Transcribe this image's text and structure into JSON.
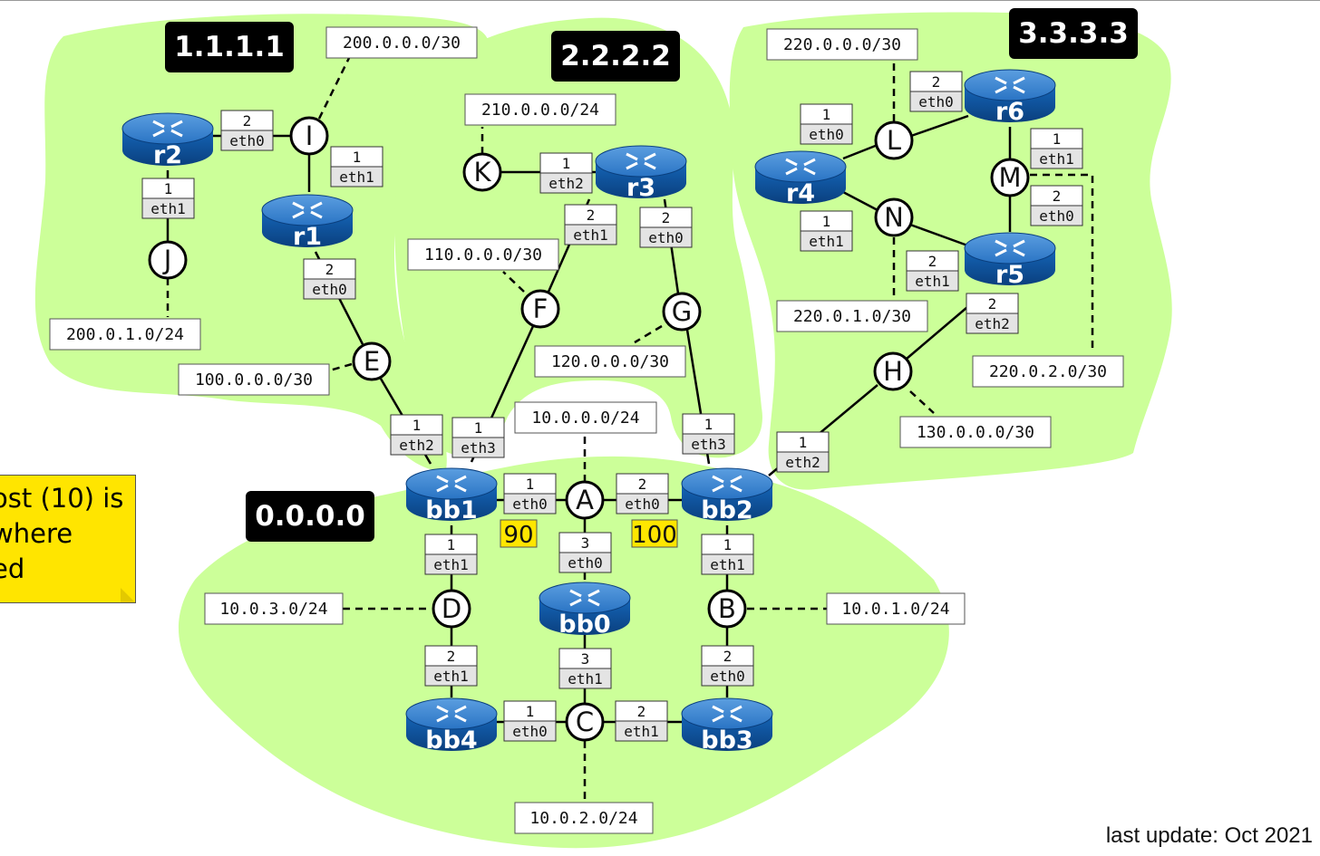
{
  "area_labels": {
    "area1": "1.1.1.1",
    "area2": "2.2.2.2",
    "area3": "3.3.3.3",
    "area0": "0.0.0.0"
  },
  "routers": {
    "r1": "r1",
    "r2": "r2",
    "r3": "r3",
    "r4": "r4",
    "r5": "r5",
    "r6": "r6",
    "bb0": "bb0",
    "bb1": "bb1",
    "bb2": "bb2",
    "bb3": "bb3",
    "bb4": "bb4"
  },
  "nodes": {
    "A": "A",
    "B": "B",
    "C": "C",
    "D": "D",
    "E": "E",
    "F": "F",
    "G": "G",
    "H": "H",
    "I": "I",
    "J": "J",
    "K": "K",
    "L": "L",
    "M": "M",
    "N": "N"
  },
  "subnets": {
    "s200_0_0_0": "200.0.0.0/30",
    "s200_0_1_0": "200.0.1.0/24",
    "s100_0_0_0": "100.0.0.0/30",
    "s210_0_0_0": "210.0.0.0/24",
    "s110_0_0_0": "110.0.0.0/30",
    "s120_0_0_0": "120.0.0.0/30",
    "s10_0_0_0": "10.0.0.0/24",
    "s220_0_0_0": "220.0.0.0/30",
    "s220_0_1_0": "220.0.1.0/30",
    "s220_0_2_0": "220.0.2.0/30",
    "s130_0_0_0": "130.0.0.0/30",
    "s10_0_3_0": "10.0.3.0/24",
    "s10_0_1_0": "10.0.1.0/24",
    "s10_0_2_0": "10.0.2.0/24"
  },
  "ports": {
    "r2_I": {
      "num": "2",
      "ifname": "eth0"
    },
    "r2_J": {
      "num": "1",
      "ifname": "eth1"
    },
    "r1_I": {
      "num": "1",
      "ifname": "eth1"
    },
    "r1_E": {
      "num": "2",
      "ifname": "eth0"
    },
    "bb1_E": {
      "num": "1",
      "ifname": "eth2"
    },
    "bb1_F": {
      "num": "1",
      "ifname": "eth3"
    },
    "r3_K": {
      "num": "1",
      "ifname": "eth2"
    },
    "r3_F": {
      "num": "2",
      "ifname": "eth1"
    },
    "r3_G": {
      "num": "2",
      "ifname": "eth0"
    },
    "bb2_G": {
      "num": "1",
      "ifname": "eth3"
    },
    "bb2_H": {
      "num": "1",
      "ifname": "eth2"
    },
    "bb1_A": {
      "num": "1",
      "ifname": "eth0"
    },
    "bb2_A": {
      "num": "2",
      "ifname": "eth0"
    },
    "bb0_A": {
      "num": "3",
      "ifname": "eth0"
    },
    "bb1_D": {
      "num": "1",
      "ifname": "eth1"
    },
    "bb2_B": {
      "num": "1",
      "ifname": "eth1"
    },
    "bb4_D": {
      "num": "2",
      "ifname": "eth1"
    },
    "bb0_C": {
      "num": "3",
      "ifname": "eth1"
    },
    "bb3_B": {
      "num": "2",
      "ifname": "eth0"
    },
    "bb4_C": {
      "num": "1",
      "ifname": "eth0"
    },
    "bb3_C": {
      "num": "2",
      "ifname": "eth1"
    },
    "r6_L": {
      "num": "2",
      "ifname": "eth0"
    },
    "r4_L": {
      "num": "1",
      "ifname": "eth0"
    },
    "r4_N": {
      "num": "1",
      "ifname": "eth1"
    },
    "r6_M": {
      "num": "1",
      "ifname": "eth1"
    },
    "r5_M": {
      "num": "2",
      "ifname": "eth0"
    },
    "r5_N": {
      "num": "2",
      "ifname": "eth1"
    },
    "r5_H": {
      "num": "2",
      "ifname": "eth2"
    }
  },
  "costs": {
    "bb1_A": "90",
    "bb2_A": "100"
  },
  "note": {
    "line1": "ost (10) is",
    "line2": " where",
    "line3": "ed"
  },
  "footer": "last update: Oct 2021",
  "colors": {
    "area_fill": "#ccff99",
    "router": "#0d5fae",
    "label_bg": "#000000",
    "cost_bg": "#ffe600",
    "note_bg": "#ffe500"
  }
}
